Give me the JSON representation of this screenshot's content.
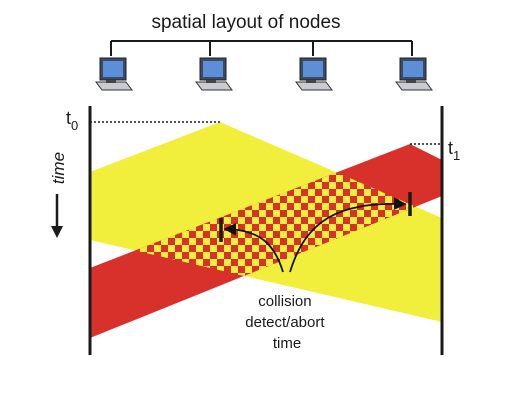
{
  "diagram": {
    "title": "spatial layout of nodes",
    "time_axis_label": "time",
    "t0_label": "t",
    "t0_sub": "0",
    "t1_label": "t",
    "t1_sub": "1",
    "annotation_lines": [
      "collision",
      "detect/abort",
      "time"
    ],
    "colors": {
      "transmission_a": "#f2ee3c",
      "transmission_b": "#d8302a",
      "timeline": "#1a1a1a"
    },
    "icons": [
      "computer-icon",
      "computer-icon",
      "computer-icon",
      "computer-icon"
    ]
  }
}
